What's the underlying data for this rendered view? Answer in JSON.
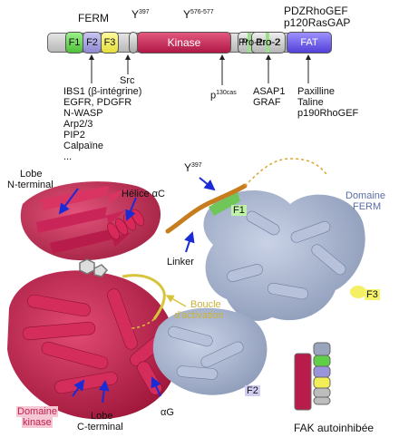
{
  "header": {
    "ferm_label": "FERM",
    "y397": "Y",
    "y397_sup": "397",
    "y576": "Y",
    "y576_sup": "576-577",
    "top_right_1": "PDZRhoGEF",
    "top_right_2": "p120RasGAP"
  },
  "domains": {
    "f1": "F1",
    "f2": "F2",
    "f3": "F3",
    "kinase": "Kinase",
    "pro1": "Pro-1",
    "pro2": "Pro-2",
    "fat": "FAT"
  },
  "below_bar": {
    "src": "Src",
    "p130": "p",
    "p130_sup": "130cas",
    "asap1": "ASAP1",
    "graf": "GRAF",
    "paxilline": "Paxilline",
    "taline": "Taline",
    "p190": "p190RhoGEF"
  },
  "ferm_partners": [
    "IBS1 (β-intégrine)",
    "EGFR, PDGFR",
    "N-WASP",
    "Arp2/3",
    "PIP2",
    "Calpaïne",
    "..."
  ],
  "structure": {
    "lobe_n_1": "Lobe",
    "lobe_n_2": "N-terminal",
    "helice": "Hélice αC",
    "y397": "Y",
    "y397_sup": "397",
    "f1": "F1",
    "domaine_ferm_1": "Domaine",
    "domaine_ferm_2": "FERM",
    "linker": "Linker",
    "boucle_1": "Boucle",
    "boucle_2": "d'activation",
    "f3": "F3",
    "f2": "F2",
    "domaine_kinase_1": "Domaine",
    "domaine_kinase_2": "kinase",
    "lobe_c_1": "Lobe",
    "lobe_c_2": "C-terminal",
    "alpha_g": "αG",
    "fak": "FAK autoinhibée"
  },
  "colors": {
    "kinase": "#c2224f",
    "ferm_grey": "#aab6cf",
    "f1": "#5fcf48",
    "f2": "#9a95d8",
    "f3": "#f2ee55",
    "fat": "#6b5ce6",
    "arrow_blue": "#1a2bd6",
    "loop_yellow": "#d8c43a",
    "linker_orange": "#c77d1e"
  }
}
